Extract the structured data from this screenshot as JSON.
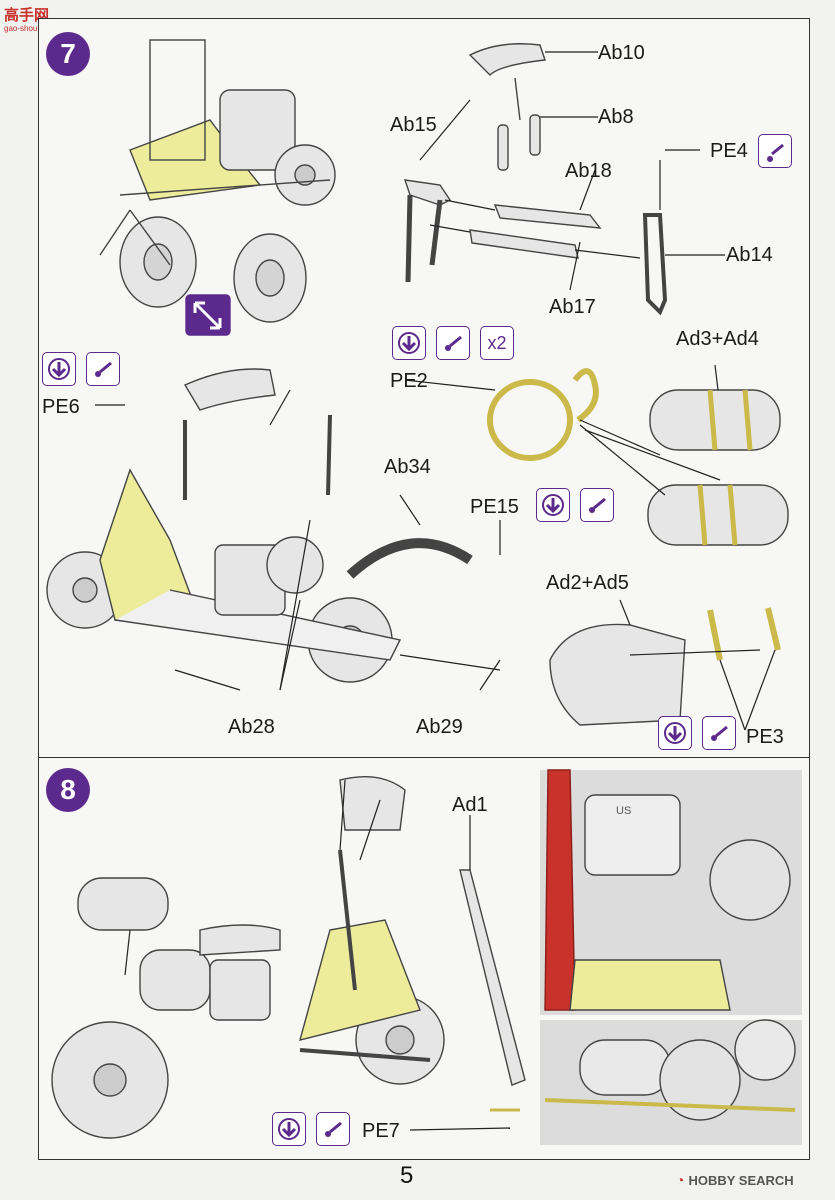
{
  "watermark": {
    "title": "高手网",
    "sub": "gao-shou.com"
  },
  "steps": [
    {
      "number": "7"
    },
    {
      "number": "8"
    }
  ],
  "labels": {
    "ab10": "Ab10",
    "ab8": "Ab8",
    "ab15": "Ab15",
    "ab18": "Ab18",
    "pe4": "PE4",
    "ab14": "Ab14",
    "ab17": "Ab17",
    "pe2": "PE2",
    "x2": "x2",
    "ad3_ad4": "Ad3+Ad4",
    "pe6": "PE6",
    "ab34": "Ab34",
    "pe15": "PE15",
    "ad2_ad5": "Ad2+Ad5",
    "ab28": "Ab28",
    "ab29": "Ab29",
    "pe3": "PE3",
    "ad1": "Ad1",
    "pe7": "PE7"
  },
  "bag_marking": "US",
  "page_number": "5",
  "footer_logo": {
    "mark": "◔",
    "text": "HOBBY SEARCH"
  },
  "colors": {
    "accent": "#5b2a8c",
    "yellow": "#e8e27a",
    "strap": "#cbb94a",
    "red": "#c8322a"
  }
}
